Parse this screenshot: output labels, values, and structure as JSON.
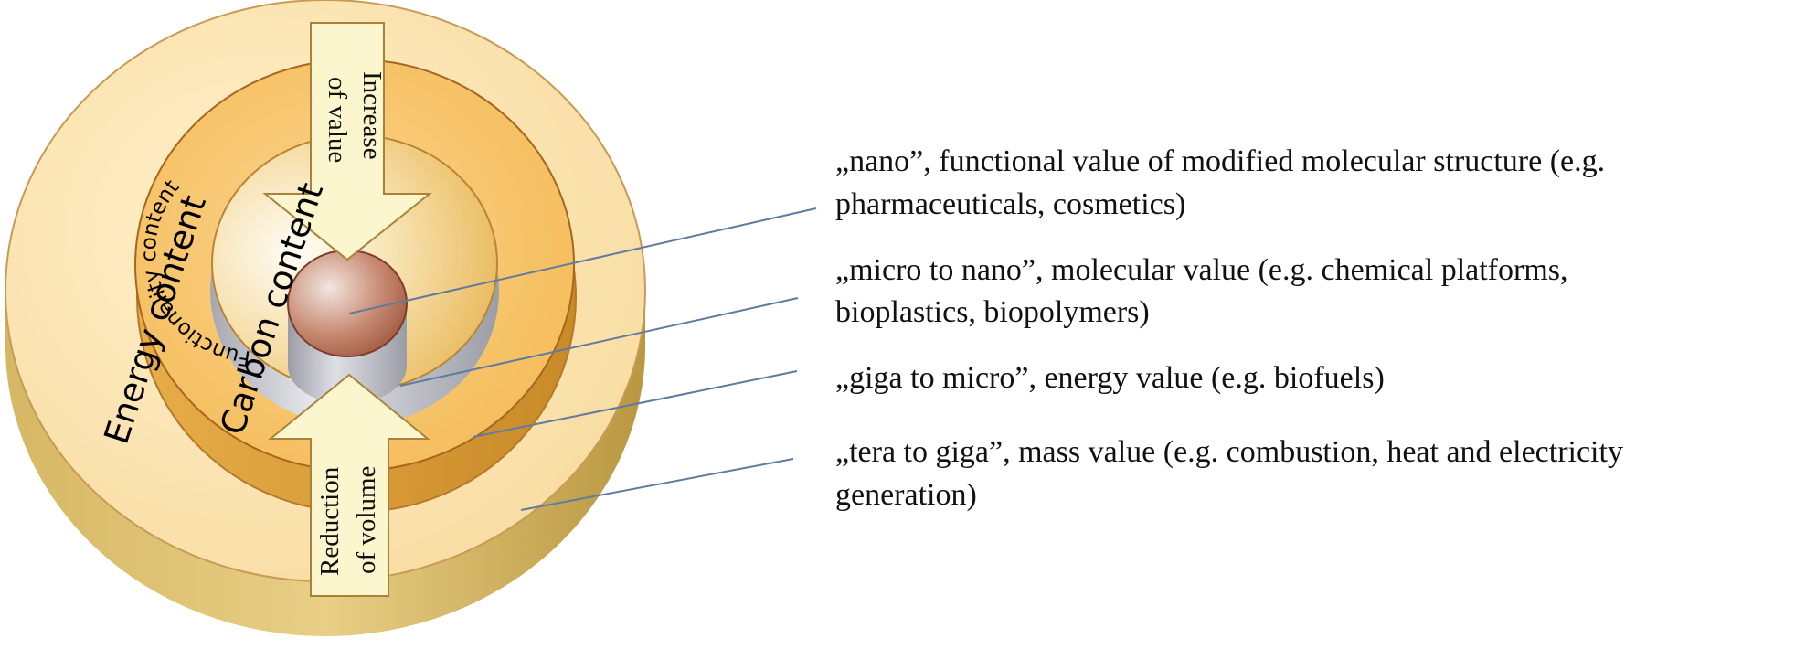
{
  "rings": {
    "energy": "Energy content",
    "carbon": "Carbon content",
    "functionality": "Functionality content"
  },
  "arrows": {
    "top_line1": "Increase",
    "top_line2": "of value",
    "bottom_line1": "Reduction",
    "bottom_line2": "of volume"
  },
  "descriptions": [
    {
      "line1": "„nano”, functional value of modified molecular structure (e.g.",
      "line2": "pharmaceuticals, cosmetics)"
    },
    {
      "line1": "„micro to nano”, molecular value (e.g. chemical platforms,",
      "line2": "bioplastics, biopolymers)"
    },
    {
      "line1": "„giga to micro”, energy value (e.g. biofuels)",
      "line2": ""
    },
    {
      "line1": "„tera to giga”, mass value (e.g. combustion, heat and electricity",
      "line2": "generation)"
    }
  ],
  "colors": {
    "outer_ring": "#fbe0a8",
    "carbon_ring": "#f8c45e",
    "core": "#b46a52",
    "leader_lines": "#5f7b9e",
    "arrows_fill": "#fcf6cf"
  }
}
